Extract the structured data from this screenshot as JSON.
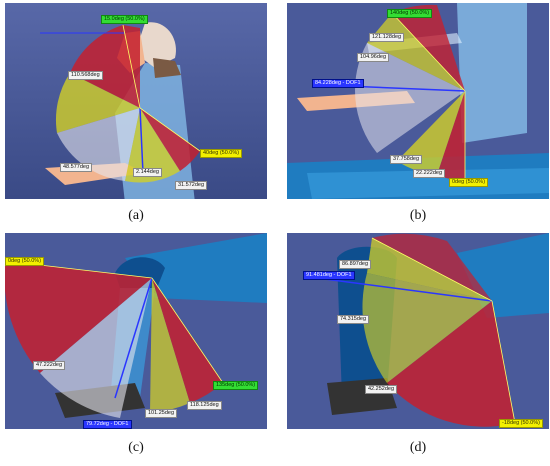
{
  "colors": {
    "background": "#4a5a9a",
    "skin": "#f2b48f",
    "body_blue": "#7fb3e0",
    "dark_blue": "#0e4f8f",
    "seat": "#1f7cc0",
    "red_sector": "#c4202f",
    "yellow_sector": "#d2cf27",
    "white_sector": "#e6e6ef",
    "green_label": "#33dd33",
    "yellow_label": "#f3f000",
    "blue_label": "#2a36ff"
  },
  "panels": [
    {
      "caption": "(a)",
      "labels": [
        {
          "text": "15.0deg (50.0%)",
          "style": "green"
        },
        {
          "text": "110.568deg",
          "style": "plain"
        },
        {
          "text": "48.577deg",
          "style": "plain"
        },
        {
          "text": "40deg (50.0%)",
          "style": "yellow"
        },
        {
          "text": "31.572deg",
          "style": "plain"
        },
        {
          "text": "2.144deg",
          "style": "plain"
        }
      ]
    },
    {
      "caption": "(b)",
      "labels": [
        {
          "text": "140deg (50.0%)",
          "style": "green"
        },
        {
          "text": "121.128deg",
          "style": "plain"
        },
        {
          "text": "104.96deg",
          "style": "plain"
        },
        {
          "text": "84.228deg - DOF1",
          "style": "blue"
        },
        {
          "text": "37.758deg",
          "style": "plain"
        },
        {
          "text": "22.222deg",
          "style": "plain"
        },
        {
          "text": "0deg (50.0%)",
          "style": "yellow"
        }
      ]
    },
    {
      "caption": "(c)",
      "labels": [
        {
          "text": "0deg (50.0%)",
          "style": "yellow"
        },
        {
          "text": "47.222deg",
          "style": "plain"
        },
        {
          "text": "101.25deg",
          "style": "plain"
        },
        {
          "text": "118.125deg",
          "style": "plain"
        },
        {
          "text": "135deg (50.0%)",
          "style": "green"
        },
        {
          "text": "79.72deg - DOF1",
          "style": "blue"
        }
      ]
    },
    {
      "caption": "(d)",
      "labels": [
        {
          "text": "86.897deg",
          "style": "plain"
        },
        {
          "text": "91.481deg - DOF1",
          "style": "blue"
        },
        {
          "text": "74.315deg",
          "style": "plain"
        },
        {
          "text": "42.252deg",
          "style": "plain"
        },
        {
          "text": "-18deg (50.0%)",
          "style": "yellow"
        }
      ]
    }
  ]
}
